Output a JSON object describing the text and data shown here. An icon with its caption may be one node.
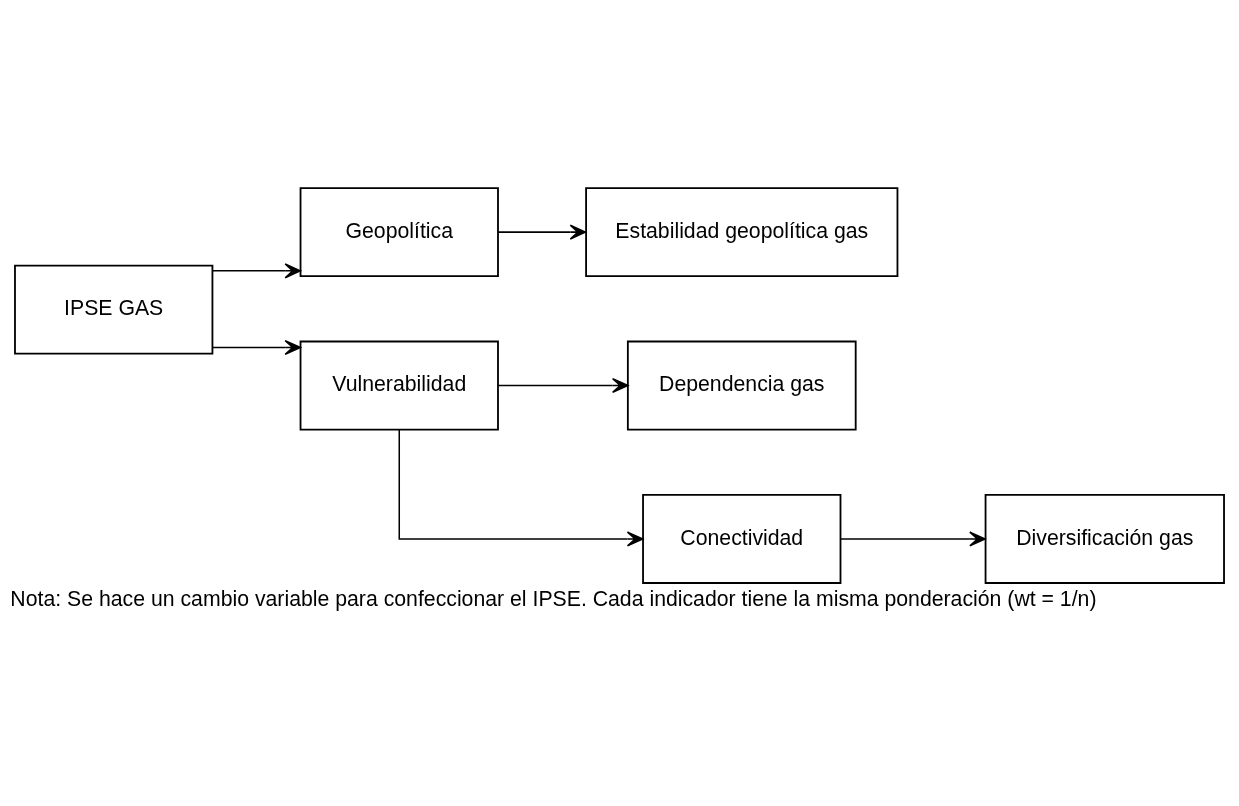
{
  "diagram": {
    "caption": "Nota: Se hace un cambio variable para confeccionar el IPSE. Cada indicador tiene la misma ponderación (wt = 1/n)",
    "nodes": [
      {
        "text": [
          "Geopolítica"
        ]
      },
      {
        "text": [
          "Estabilidad geopolítica gas"
        ]
      },
      {
        "text": [
          "IPSE GAS"
        ]
      },
      {
        "text": [
          "Dependencia gas"
        ]
      },
      {
        "text": [
          "Vulnerabilidad"
        ]
      },
      {
        "text": [
          "Conectividad"
        ]
      },
      {
        "text": [
          "Diversificación gas"
        ]
      }
    ],
    "edges": [
      {
        "from": 2,
        "to": 0,
        "arrow": "to"
      },
      {
        "from": 0,
        "to": 1,
        "arrow": "to"
      },
      {
        "from": 2,
        "to": 4,
        "arrow": "to"
      },
      {
        "from": 4,
        "to": 3,
        "arrow": "to"
      },
      {
        "from": 4,
        "to": 5,
        "arrow": "to"
      },
      {
        "from": 5,
        "to": 6,
        "arrow": "to"
      }
    ]
  }
}
